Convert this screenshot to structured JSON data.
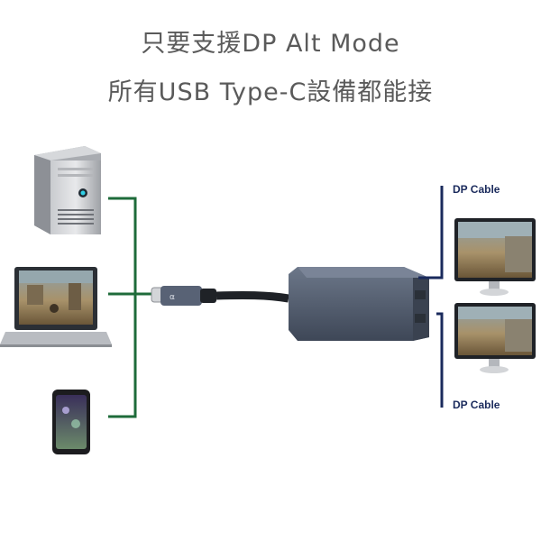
{
  "headline": {
    "line1": "只要支援DP Alt Mode",
    "line2": "所有USB Type-C設備都能接"
  },
  "labels": {
    "dp_cable_top": "DP Cable",
    "dp_cable_bottom": "DP Cable"
  },
  "colors": {
    "headline_text": "#5a5a5a",
    "source_connector_line": "#1e6b3a",
    "dp_cable_line": "#1a2a5c",
    "adapter_body": "#4f5a6c"
  },
  "icons": {
    "sources": [
      "desktop-tower-icon",
      "laptop-icon",
      "smartphone-icon"
    ],
    "adapter": "usb-c-to-dual-dp-adapter-icon",
    "outputs": [
      "monitor-icon",
      "monitor-icon"
    ]
  }
}
